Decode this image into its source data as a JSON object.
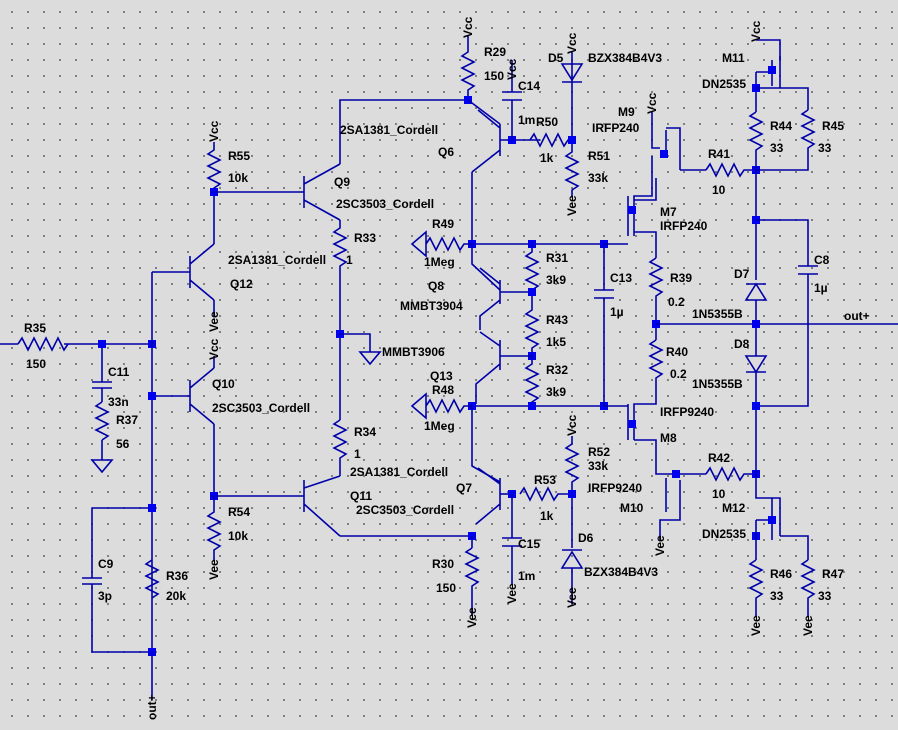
{
  "colors": {
    "background": "#dcdcdc",
    "wire": "#0000aa",
    "junction": "#0000ee",
    "text": "#000000",
    "grid_dot": "#666666"
  },
  "labels": {
    "vcc": "Vcc",
    "vee": "Vee",
    "out_plus": "out+",
    "q9_type": "2SA1381_Cordell",
    "q9_ref": "Q9",
    "q9b_type": "2SC3503_Cordell",
    "r33_ref": "R33",
    "r33_val": "1",
    "q12_type": "2SA1381_Cordell",
    "q12_ref": "Q12",
    "r55_ref": "R55",
    "r55_val": "10k",
    "r35_ref": "R35",
    "r35_val": "150",
    "c11_ref": "C11",
    "c11_val": "33n",
    "r37_ref": "R37",
    "r37_val": "56",
    "q10_ref": "Q10",
    "q10_type": "2SC3503_Cordell",
    "r54_ref": "R54",
    "r54_val": "10k",
    "c9_ref": "C9",
    "c9_val": "3p",
    "r36_ref": "R36",
    "r36_val": "20k",
    "r34_ref": "R34",
    "r34_val": "1",
    "q11_type": "2SA1381_Cordell",
    "q11_ref": "Q11",
    "q11b_type": "2SC3503_Cordell",
    "mmbt3906": "MMBT3906",
    "r29_ref": "R29",
    "r29_val": "150",
    "c14_ref": "C14",
    "c14_val": "1m",
    "q6_ref": "Q6",
    "r50_ref": "R50",
    "r50_val": "1k",
    "r51_ref": "R51",
    "r51_val": "33k",
    "d5_ref": "D5",
    "d5_val": "BZX384B4V3",
    "r49_ref": "R49",
    "r49_val": "1Meg",
    "q8_ref": "Q8",
    "mmbt3904": "MMBT3904",
    "r31_ref": "R31",
    "r31_val": "3k9",
    "r43_ref": "R43",
    "r43_val": "1k5",
    "r32_ref": "R32",
    "r32_val": "3k9",
    "q13_ref": "Q13",
    "r48_ref": "R48",
    "r48_val": "1Meg",
    "c13_ref": "C13",
    "c13_val": "1µ",
    "q7_ref": "Q7",
    "r53_ref": "R53",
    "r53_val": "1k",
    "r52_ref": "R52",
    "r52_val": "33k",
    "c15_ref": "C15",
    "c15_val": "1m",
    "r30_ref": "R30",
    "r30_val": "150",
    "d6_ref": "D6",
    "d6_val": "BZX384B4V3",
    "m9_ref": "M9",
    "m9_type": "IRFP240",
    "m7_ref": "M7",
    "m7_type": "IRFP240",
    "r41_ref": "R41",
    "r41_val": "10",
    "r39_ref": "R39",
    "r39_val": "0.2",
    "r40_ref": "R40",
    "r40_val": "0.2",
    "m8_type": "IRFP9240",
    "m8_ref": "M8",
    "m10_type": "IRFP9240",
    "m10_ref": "M10",
    "r42_ref": "R42",
    "r42_val": "10",
    "m11_ref": "M11",
    "m11_type": "DN2535",
    "r44_ref": "R44",
    "r44_val": "33",
    "r45_ref": "R45",
    "r45_val": "33",
    "d7_ref": "D7",
    "d7_val": "1N5355B",
    "d8_ref": "D8",
    "d8_val": "1N5355B",
    "c8_ref": "C8",
    "c8_val": "1µ",
    "m12_ref": "M12",
    "m12_type": "DN2535",
    "r46_ref": "R46",
    "r46_val": "33",
    "r47_ref": "R47",
    "r47_val": "33"
  }
}
